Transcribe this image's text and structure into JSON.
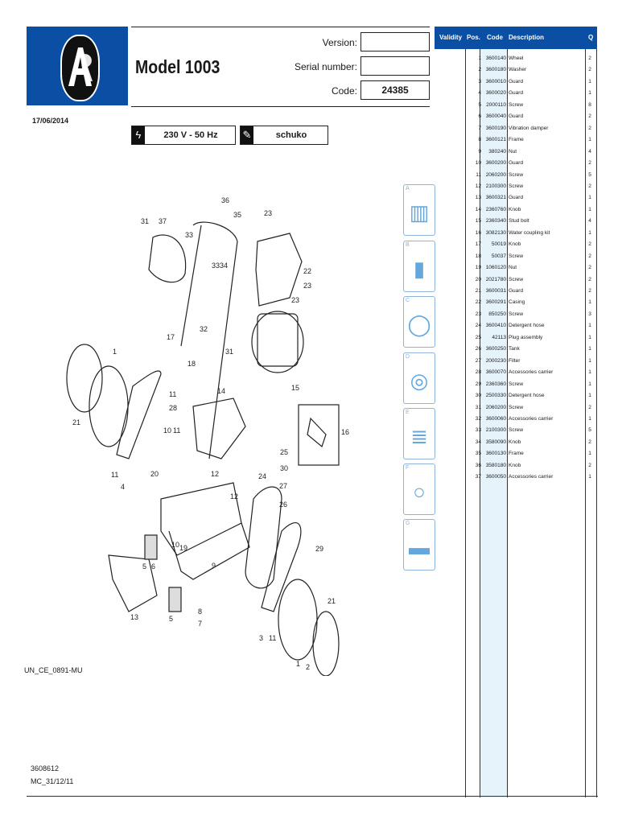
{
  "header": {
    "model": "Model 1003",
    "version_label": "Version:",
    "version_value": "",
    "serial_label": "Serial number:",
    "serial_value": "",
    "code_label": "Code:",
    "code_value": "24385",
    "date": "17/06/2014"
  },
  "specs": {
    "voltage_icon": "lightning-icon",
    "voltage": "230 V - 50 Hz",
    "plug_icon": "plug-icon",
    "plug": "schuko"
  },
  "brand": {
    "logo_text": "AR",
    "color": "#0a4fa3"
  },
  "doc_code": "UN_CE_0891-MU",
  "footer": {
    "line1": "3608612",
    "line2": "MC_31/12/11"
  },
  "kits": [
    {
      "label": "A",
      "icon": "nozzle-icon"
    },
    {
      "label": "B",
      "icon": "rod-icon"
    },
    {
      "label": "C",
      "icon": "ring-icon"
    },
    {
      "label": "D",
      "icon": "seal-icon"
    },
    {
      "label": "E",
      "icon": "spring-icon"
    },
    {
      "label": "F",
      "icon": "o-ring-icon"
    },
    {
      "label": "G",
      "icon": "clip-icon"
    }
  ],
  "table": {
    "headers": {
      "validity": "Validity",
      "pos": "Pos.",
      "code": "Code",
      "desc": "Description",
      "q": "Q"
    },
    "rows": [
      {
        "pos": "1",
        "code": "3600140",
        "desc": "Wheel",
        "q": "2"
      },
      {
        "pos": "2",
        "code": "3600180",
        "desc": "Washer",
        "q": "2"
      },
      {
        "pos": "3",
        "code": "3600010",
        "desc": "Guard",
        "q": "1"
      },
      {
        "pos": "4",
        "code": "3600020",
        "desc": "Guard",
        "q": "1"
      },
      {
        "pos": "5",
        "code": "2000110",
        "desc": "Screw",
        "q": "8"
      },
      {
        "pos": "6",
        "code": "3600040",
        "desc": "Guard",
        "q": "2"
      },
      {
        "pos": "7",
        "code": "3600190",
        "desc": "Vibration damper",
        "q": "2"
      },
      {
        "pos": "8",
        "code": "3600121",
        "desc": "Frame",
        "q": "1"
      },
      {
        "pos": "9",
        "code": "380240",
        "desc": "Nut",
        "q": "4"
      },
      {
        "pos": "10",
        "code": "3600200",
        "desc": "Guard",
        "q": "2"
      },
      {
        "pos": "11",
        "code": "2060200",
        "desc": "Screw",
        "q": "5"
      },
      {
        "pos": "12",
        "code": "2100300",
        "desc": "Screw",
        "q": "2"
      },
      {
        "pos": "13",
        "code": "3600321",
        "desc": "Guard",
        "q": "1"
      },
      {
        "pos": "14",
        "code": "2360760",
        "desc": "Knob",
        "q": "1"
      },
      {
        "pos": "15",
        "code": "2360340",
        "desc": "Stud bolt",
        "q": "4"
      },
      {
        "pos": "16",
        "code": "3082130",
        "desc": "Water coupling kit",
        "q": "1"
      },
      {
        "pos": "17",
        "code": "50019",
        "desc": "Knob",
        "q": "2"
      },
      {
        "pos": "18",
        "code": "50037",
        "desc": "Screw",
        "q": "2"
      },
      {
        "pos": "19",
        "code": "1060120",
        "desc": "Nut",
        "q": "2"
      },
      {
        "pos": "20",
        "code": "2021780",
        "desc": "Screw",
        "q": "2"
      },
      {
        "pos": "21",
        "code": "3600031",
        "desc": "Guard",
        "q": "2"
      },
      {
        "pos": "22",
        "code": "3600291",
        "desc": "Casing",
        "q": "1"
      },
      {
        "pos": "23",
        "code": "850250",
        "desc": "Screw",
        "q": "3"
      },
      {
        "pos": "24",
        "code": "3600410",
        "desc": "Detergent hose",
        "q": "1"
      },
      {
        "pos": "25",
        "code": "42113",
        "desc": "Plug assembly",
        "q": "1"
      },
      {
        "pos": "26",
        "code": "3600250",
        "desc": "Tank",
        "q": "1"
      },
      {
        "pos": "27",
        "code": "2000230",
        "desc": "Filter",
        "q": "1"
      },
      {
        "pos": "28",
        "code": "3600070",
        "desc": "Accessories carrier",
        "q": "1"
      },
      {
        "pos": "29",
        "code": "2360360",
        "desc": "Screw",
        "q": "1"
      },
      {
        "pos": "30",
        "code": "2500330",
        "desc": "Detergent hose",
        "q": "1"
      },
      {
        "pos": "31",
        "code": "2060200",
        "desc": "Screw",
        "q": "2"
      },
      {
        "pos": "32",
        "code": "3600060",
        "desc": "Accessories carrier",
        "q": "1"
      },
      {
        "pos": "33",
        "code": "2100300",
        "desc": "Screw",
        "q": "5"
      },
      {
        "pos": "34",
        "code": "3580090",
        "desc": "Knob",
        "q": "2"
      },
      {
        "pos": "35",
        "code": "3600130",
        "desc": "Frame",
        "q": "1"
      },
      {
        "pos": "36",
        "code": "3580180",
        "desc": "Knob",
        "q": "2"
      },
      {
        "pos": "37",
        "code": "3600050",
        "desc": "Accessories carrier",
        "q": "1"
      }
    ]
  },
  "callouts": [
    "36",
    "35",
    "31",
    "37",
    "33",
    "23",
    "33",
    "34",
    "22",
    "23",
    "23",
    "32",
    "17",
    "31",
    "18",
    "1",
    "15",
    "14",
    "11",
    "28",
    "16",
    "21",
    "10",
    "11",
    "12",
    "25",
    "24",
    "30",
    "20",
    "27",
    "11",
    "4",
    "12",
    "26",
    "29",
    "10",
    "19",
    "5",
    "6",
    "9",
    "3",
    "11",
    "21",
    "13",
    "5",
    "8",
    "7",
    "1",
    "2"
  ]
}
